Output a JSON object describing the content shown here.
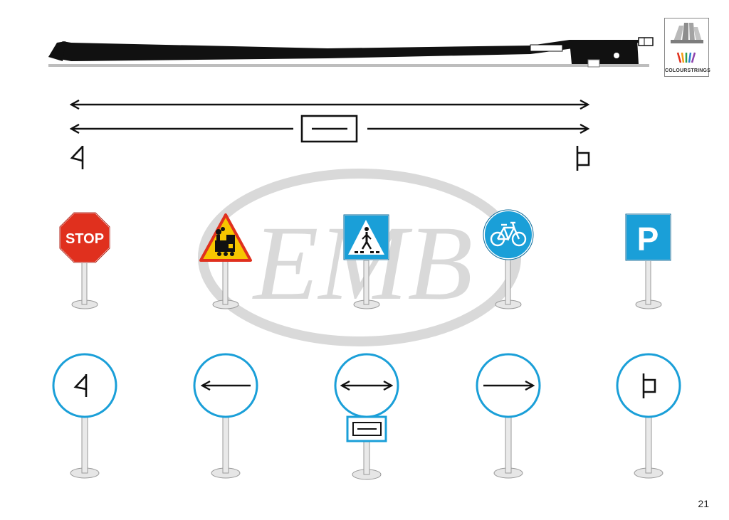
{
  "page": {
    "number": "21"
  },
  "logo": {
    "text": "COLOURSTRINGS",
    "stripe_colors": [
      "#e0301e",
      "#f39c12",
      "#2e9e4f",
      "#2a7fd4",
      "#8e44ad"
    ]
  },
  "watermark": {
    "text": "EMB",
    "color": "#d6d6d6"
  },
  "colors": {
    "sign_blue": "#1a9fd8",
    "stop_red": "#e0301e",
    "warning_yellow": "#f7c600",
    "ink": "#111111",
    "pole": "#d9d9d9"
  },
  "row1_signs": [
    {
      "kind": "stop",
      "text": "STOP",
      "icon": "stop-sign-icon"
    },
    {
      "kind": "level-crossing",
      "icon": "train-icon"
    },
    {
      "kind": "pedestrian-crossing",
      "icon": "pedestrian-icon"
    },
    {
      "kind": "bicycle",
      "icon": "bicycle-icon"
    },
    {
      "kind": "parking",
      "text": "P",
      "icon": "parking-icon"
    }
  ],
  "row2_signs": [
    {
      "kind": "frog",
      "icon": "frog-symbol-icon"
    },
    {
      "kind": "left-arrow",
      "icon": "arrow-left-icon"
    },
    {
      "kind": "double-arrow",
      "icon": "double-arrow-icon"
    },
    {
      "kind": "right-arrow",
      "icon": "arrow-right-icon"
    },
    {
      "kind": "tip",
      "icon": "tip-symbol-icon"
    }
  ]
}
